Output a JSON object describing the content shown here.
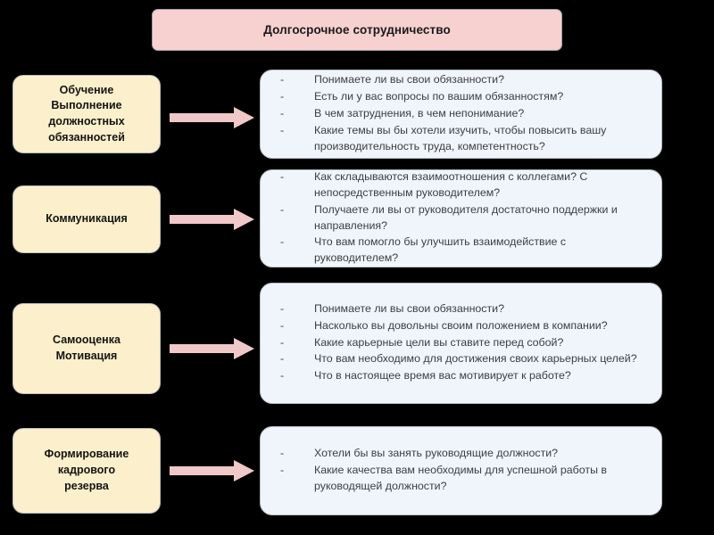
{
  "diagram": {
    "title": "Долгосрочное сотрудничество",
    "colors": {
      "background": "#000000",
      "title_fill": "#F7D0D0",
      "category_fill": "#FCEFCB",
      "content_fill": "#F0F5FC",
      "arrow_fill": "#F0C8C8",
      "border": "#b9bcc0",
      "text_dark": "#141414",
      "text_body": "#3c4043"
    },
    "rows": [
      {
        "category": "Обучение\nВыполнение\nдолжностных\nобязанностей",
        "arrow": "arrow-right",
        "questions": [
          "Понимаете ли вы свои обязанности?",
          "Есть ли у вас вопросы по вашим обязанностям?",
          "В чем затруднения, в чем непонимание?",
          "Какие темы вы бы хотели изучить, чтобы повысить вашу производительность труда, компетентность?"
        ]
      },
      {
        "category": "Коммуникация",
        "arrow": "arrow-right",
        "questions": [
          "Как складываются взаимоотношения с коллегами? С непосредственным руководителем?",
          "Получаете ли вы от руководителя достаточно поддержки и направления?",
          " Что вам помогло бы улучшить взаимодействие с руководителем?"
        ]
      },
      {
        "category": "Самооценка\nМотивация",
        "arrow": "arrow-right",
        "questions": [
          " Понимаете ли вы свои обязанности?",
          "Насколько вы довольны своим положением в компании?",
          " Какие карьерные цели вы ставите перед собой?",
          "Что вам необходимо для достижения своих карьерных целей?",
          " Что в настоящее время вас мотивирует к работе?"
        ]
      },
      {
        "category": "Формирование\nкадрового\nрезерва",
        "arrow": "arrow-right",
        "questions": [
          "Хотели бы вы занять руководящие должности?",
          " Какие качества вам необходимы для успешной работы в руководящей должности?"
        ]
      }
    ],
    "bullet_marker": "-"
  }
}
